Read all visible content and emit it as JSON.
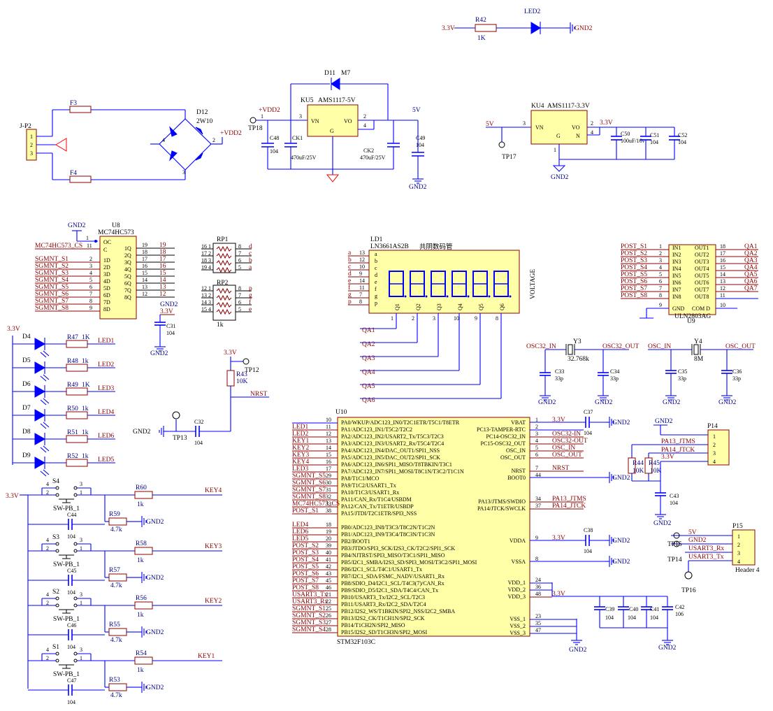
{
  "supply": {
    "v33": "3.3V",
    "v5": "5V",
    "vdd2": "+VDD2",
    "gnd2": "GND2"
  },
  "led2": {
    "r_ref": "R42",
    "r_val": "1K",
    "led_ref": "LED2"
  },
  "rectifier": {
    "jp_ref": "J-P2",
    "jp_pins": [
      "1",
      "2",
      "3"
    ],
    "f3": "F3",
    "f4": "F4",
    "d12_ref": "D12",
    "d12_val": "2W10",
    "pin4": "4",
    "pin2": "2",
    "pin3": "3"
  },
  "reg5": {
    "d11_ref": "D11",
    "d11_val": "M7",
    "ku_ref": "KU5",
    "ku_val": "AMS1117-5V",
    "vn": "VN",
    "vo": "VO",
    "g": "G",
    "p3": "3",
    "p2": "2",
    "p4": "4",
    "p1": "1",
    "tp_ref": "TP18",
    "c48_ref": "C48",
    "c48_val": "104",
    "ck1_ref": "CK1",
    "ck1_val": "470uF/25V",
    "ck2_ref": "CK2",
    "ck2_val": "470uF/25V",
    "c49_ref": "C49",
    "c49_val": "104"
  },
  "reg33": {
    "ku_ref": "KU4",
    "ku_val": "AMS1117-3.3V",
    "vn": "VN",
    "vo": "VO",
    "g": "G",
    "n": "N",
    "p3": "3",
    "p2": "2",
    "p4": "4",
    "p1": "1",
    "tp_ref": "TP17",
    "c50_ref": "C50",
    "c50_val": "100uF/16v",
    "c51_ref": "C51",
    "c51_val": "104",
    "c52_ref": "C52",
    "c52_val": "104"
  },
  "u8": {
    "ref": "U8",
    "val": "MC74HC573",
    "oc": "OC",
    "c": "C",
    "net_cs": "MC74HC573_CS",
    "left_nets": [
      "SGMNT_S1",
      "SGMNT_S2",
      "SGMNT_S3",
      "SGMNT_S4",
      "SGMNT_S5",
      "SGMNT_S6",
      "SGMNT_S7",
      "SGMNT_S8"
    ],
    "left_pins": [
      "2",
      "3",
      "4",
      "5",
      "6",
      "7",
      "8",
      "9"
    ],
    "left_labels": [
      "1D",
      "2D",
      "3D",
      "4D",
      "5D",
      "6D",
      "7D",
      "8D"
    ],
    "right_labels": [
      "1Q",
      "2Q",
      "3Q",
      "4Q",
      "5Q",
      "6Q",
      "7Q",
      "8Q"
    ],
    "right_pins": [
      "19",
      "18",
      "17",
      "16",
      "15",
      "14",
      "13",
      "12"
    ],
    "pin1": "1",
    "pin11": "11",
    "c31_ref": "C31",
    "c31_val": "104"
  },
  "rp1": {
    "ref": "RP1",
    "left_pins": [
      "16",
      "17",
      "18",
      "19"
    ],
    "mid_pins": [
      "1",
      "2",
      "3",
      "4"
    ],
    "right_pins": [
      "8",
      "7",
      "6",
      "5"
    ],
    "right_letters": [
      "d",
      "c",
      "b",
      "a"
    ]
  },
  "rp2": {
    "ref": "RP2",
    "left_pins": [
      "12",
      "13",
      "14",
      "15"
    ],
    "mid_pins": [
      "1",
      "2",
      "3",
      "4"
    ],
    "right_pins": [
      "8",
      "7",
      "6",
      "5"
    ],
    "right_letters": [
      "p",
      "g",
      "f",
      "e"
    ],
    "val": "1k"
  },
  "display": {
    "ref": "LD1",
    "val": "LN3661AS2B",
    "cn_label": "共阴数码管",
    "side_label": "VOLTAGE",
    "seg_letters": [
      "a",
      "b",
      "c",
      "d",
      "e",
      "f",
      "g",
      "p"
    ],
    "seg_pins": [
      "13",
      "12",
      "10",
      "9",
      "14",
      "11",
      "7",
      "8"
    ],
    "digit_labels": [
      "Q1",
      "Q2",
      "Q3",
      "Q4",
      "Q5",
      "Q6"
    ],
    "bottom_pins": [
      "1",
      "2",
      "3",
      "10",
      "9",
      "8"
    ],
    "nets": [
      "QA1",
      "QA2",
      "QA3",
      "QA4",
      "QA5",
      "QA6"
    ]
  },
  "u9": {
    "ref": "U9",
    "val": "ULN2803AG",
    "in_nets": [
      "POST_S1",
      "POST_S2",
      "POST_S3",
      "POST_S4",
      "POST_S5",
      "POST_S6",
      "POST_S7",
      "POST_S8"
    ],
    "in_pins": [
      "1",
      "2",
      "3",
      "4",
      "5",
      "6",
      "7",
      "8"
    ],
    "in_labels": [
      "IN1",
      "IN2",
      "IN3",
      "IN4",
      "IN5",
      "IN6",
      "IN7",
      "IN8"
    ],
    "out_labels": [
      "OUT1",
      "OUT2",
      "OUT3",
      "OUT4",
      "OUT5",
      "OUT6",
      "OUT7",
      "OUT8"
    ],
    "out_pins": [
      "18",
      "17",
      "16",
      "15",
      "14",
      "13",
      "12",
      "11"
    ],
    "out_nets": [
      "QA1",
      "QA2",
      "QA3",
      "QA4",
      "QA5",
      "QA6",
      "QA7"
    ],
    "gnd": "GND",
    "comd": "COM D",
    "p9": "9",
    "p10": "10"
  },
  "leds": {
    "refs": [
      "D4",
      "D5",
      "D6",
      "D7",
      "D8",
      "D9"
    ],
    "resistors": [
      "R47",
      "R48",
      "R49",
      "R50",
      "R51",
      "R52"
    ],
    "values": [
      "1K",
      "1k",
      "1K",
      "1k",
      "1k",
      "1k"
    ],
    "nets": [
      "LED1",
      "LED2",
      "LED3",
      "LED4",
      "LED6",
      "LED5"
    ]
  },
  "reset": {
    "r_ref": "R43",
    "r_val": "10K",
    "tp12": "TP12",
    "tp13": "TP13",
    "c_ref": "C32",
    "c_val": "104",
    "net": "NRST"
  },
  "crystals": {
    "osc32_in": "OSC32_IN",
    "osc32_out": "OSC32_OUT",
    "y3_ref": "Y3",
    "y3_val": "32.768k",
    "c33_ref": "C33",
    "c33_val": "33p",
    "c34_ref": "C34",
    "c34_val": "33p",
    "osc_in": "OSC_IN",
    "osc_out": "OSC_OUT",
    "y4_ref": "Y4",
    "y4_val": "8M",
    "c35_ref": "C35",
    "c35_val": "33p",
    "c36_ref": "C36",
    "c36_val": "33p"
  },
  "keys": {
    "switch_val": "SW-PB_1",
    "items": [
      {
        "sw": "S4",
        "r": "R60",
        "rv": "1k",
        "net": "KEY4",
        "c": "C44",
        "cv": "104",
        "r2": "R59",
        "r2v": "4.7k"
      },
      {
        "sw": "S3",
        "r": "R58",
        "rv": "1k",
        "net": "KEY3",
        "c": "C45",
        "cv": "104",
        "r2": "R57",
        "r2v": "4.7k"
      },
      {
        "sw": "S2",
        "r": "R56",
        "rv": "1k",
        "net": "KEY2",
        "c": "C46",
        "cv": "104",
        "r2": "R55",
        "r2v": "4.7k"
      },
      {
        "sw": "S1",
        "r": "R54",
        "rv": "1k",
        "net": "KEY1",
        "c": "C47",
        "cv": "104",
        "r2": "R53",
        "r2v": "4.7k"
      }
    ],
    "pins": [
      "4",
      "3",
      "2",
      "1"
    ]
  },
  "u10": {
    "ref": "U10",
    "val": "STM32F103C",
    "left": [
      {
        "net": "",
        "pin": "10",
        "label": "PA0/WKUP/ADC123_IN0/T2C1ETR/T5C1/T8ETR"
      },
      {
        "net": "LED1",
        "pin": "11",
        "label": "PA1/ADC123_IN1/T5C2/T2C2"
      },
      {
        "net": "LED2",
        "pin": "12",
        "label": "PA2/ADC123_IN2/USART2_Tx/T5C3/T2C3"
      },
      {
        "net": "KEY1",
        "pin": "13",
        "label": "PA3/ADC123_IN3/USART2_Rx/T5C4/T2C4"
      },
      {
        "net": "KEY2",
        "pin": "14",
        "label": "PA4/ADC123_IN4/DAC_OUT1/SPI1_NSS"
      },
      {
        "net": "KEY3",
        "pin": "15",
        "label": "PA5/ADC123_IN5/DAC_OUT2/SPI1_SCK"
      },
      {
        "net": "KEY4",
        "pin": "16",
        "label": "PA6/ADC123_IN6/SPI1_MISO/T8TBKIN/T3C1"
      },
      {
        "net": "LED3",
        "pin": "17",
        "label": "PA7/ADC123_IN7/SPI1_MOSI/T8C1N/T3C2/T1C1N"
      },
      {
        "net": "SGMNT_S5",
        "pin": "29",
        "label": "PA8/T1C1/MCO"
      },
      {
        "net": "SGMNT_S6",
        "pin": "30",
        "label": "PA9/T1C2/USART1_Tx"
      },
      {
        "net": "SGMNT_S7",
        "pin": "31",
        "label": "PA10/T1C3/USART1_Rx"
      },
      {
        "net": "SGMNT_S8",
        "pin": "32",
        "label": "PA11/CAN_Rx/T1C4/USBDM"
      },
      {
        "net": "MC74HC573_CS",
        "pin": "33",
        "label": "PA12/CAN_Tx/T1ETR/USBDP"
      },
      {
        "net": "POST_S1",
        "pin": "38",
        "label": "PA15/JTDI/T2C1ETR/SPI3_NSS"
      },
      {
        "net": "LED4",
        "pin": "18",
        "label": "PB0/ADC123_IN8/T3C3/T8C2N/T1C2N"
      },
      {
        "net": "LED6",
        "pin": "19",
        "label": "PB1/ADC123_IN9/T3C4/T8C3N/T1C3N"
      },
      {
        "net": "LED5",
        "pin": "20",
        "label": "PB2/BOOT1"
      },
      {
        "net": "POST_S2",
        "pin": "39",
        "label": "PB3/JTDO/SPI3_SCK/I2S3_CK/T2C2/SPI1_SCK"
      },
      {
        "net": "POST_S3",
        "pin": "40",
        "label": "PB4/NJTRST/SPI3_MISO/T3C1/SPI1_MISO"
      },
      {
        "net": "POST_S4",
        "pin": "41",
        "label": "PB5/I2C1_SMBA/I2S3_SD/SPI3_MOSI/T3C2/SPI1_MOSI"
      },
      {
        "net": "POST_S5",
        "pin": "42",
        "label": "PB6/I2C1_SCL/T4C1/USART1_Tx"
      },
      {
        "net": "POST_S6",
        "pin": "43",
        "label": "PB7/I2C1_SDA/FSMC_NADV/USART1_Rx"
      },
      {
        "net": "POST_S7",
        "pin": "45",
        "label": "PB8/SDIO_D4/I2C1_SCL/T4C3(7)/CAN_Rx"
      },
      {
        "net": "POST_S8",
        "pin": "46",
        "label": "PB9/SDIO_D5/I2C1_SDA/T4C4/CAN_Tx"
      },
      {
        "net": "USART3_Tx",
        "pin": "21",
        "label": "PB10/USART3_Tx/I2C2_SCL/T2C3"
      },
      {
        "net": "USART3_Rx",
        "pin": "22",
        "label": "PB11/USART3_Rx/I2C2_SDA/T2C4"
      },
      {
        "net": "SGMNT_S1",
        "pin": "25",
        "label": "PB12/I2S2_WS/T1BKIN/SPI2_NSS/I2C2_SMBA"
      },
      {
        "net": "SGMNT_S2",
        "pin": "26",
        "label": "PB13/I2S2_CK/T1CH1N/SPI2_SCK"
      },
      {
        "net": "SGMNT_S3",
        "pin": "27",
        "label": "PB14/T1CH2N/SPI2_MISO"
      },
      {
        "net": "SGMNT_S4",
        "pin": "28",
        "label": "PB15/I2S2_SD/T1CH3N/SPI2_MOSI"
      }
    ],
    "right": [
      {
        "label": "VBAT",
        "pin": "1",
        "net": "3.3V"
      },
      {
        "label": "PC13-TAMPER-RTC",
        "pin": "2",
        "net": ""
      },
      {
        "label": "PC14-OSC32_IN",
        "pin": "3",
        "net": "OSC32-IN"
      },
      {
        "label": "PC15-OSC32_OUT",
        "pin": "4",
        "net": "OSC32-OUT"
      },
      {
        "label": "OSC_IN",
        "pin": "5",
        "net": "OSC_IN"
      },
      {
        "label": "OSC_OUT",
        "pin": "6",
        "net": "OSC_OUT"
      },
      {
        "label": "NRST",
        "pin": "7",
        "net": "NRST"
      },
      {
        "label": "BOOT0",
        "pin": "44",
        "net": ""
      },
      {
        "label": "PA13/JTMS/SWDIO",
        "pin": "34",
        "net": "PA13_JTMS"
      },
      {
        "label": "PA14/JTCK/SWCLK",
        "pin": "37",
        "net": "PA14_JTCK"
      },
      {
        "label": "VDDA",
        "pin": "9",
        "net": "3.3V"
      },
      {
        "label": "VSSA",
        "pin": "8",
        "net": ""
      },
      {
        "label": "VDD_1",
        "pin": "24",
        "net": ""
      },
      {
        "label": "VDD_2",
        "pin": "36",
        "net": ""
      },
      {
        "label": "VDD_3",
        "pin": "48",
        "net": "3.3V"
      },
      {
        "label": "VSS_1",
        "pin": "23",
        "net": ""
      },
      {
        "label": "VSS_2",
        "pin": "35",
        "net": ""
      },
      {
        "label": "VSS_3",
        "pin": "47",
        "net": ""
      }
    ],
    "c37_ref": "C37",
    "c37_val": "104",
    "c38_ref": "C38",
    "c38_val": "104",
    "c39_ref": "C39",
    "c39_val": "104",
    "c40_ref": "C40",
    "c40_val": "104",
    "c41_ref": "C41",
    "c41_val": "104",
    "c42_ref": "C42",
    "c42_val": "106"
  },
  "p14": {
    "ref": "P14",
    "pins": [
      "1",
      "2",
      "3",
      "4"
    ],
    "nets": [
      "PA13_JTMS",
      "PA14_JTCK",
      "3.3V"
    ],
    "r44_ref": "R44",
    "r44_val": "10K",
    "r45_ref": "R45",
    "r45_val": "10K",
    "c43_ref": "C43",
    "c43_val": "104"
  },
  "p15": {
    "ref": "P15",
    "val": "Header 4",
    "pins": [
      "1",
      "2",
      "3",
      "4"
    ],
    "nets": [
      "5V",
      "GND2",
      "USART3_Rx",
      "USART3_Tx"
    ],
    "tp15": "TP15",
    "tp14": "TP14",
    "tp16": "TP16"
  }
}
